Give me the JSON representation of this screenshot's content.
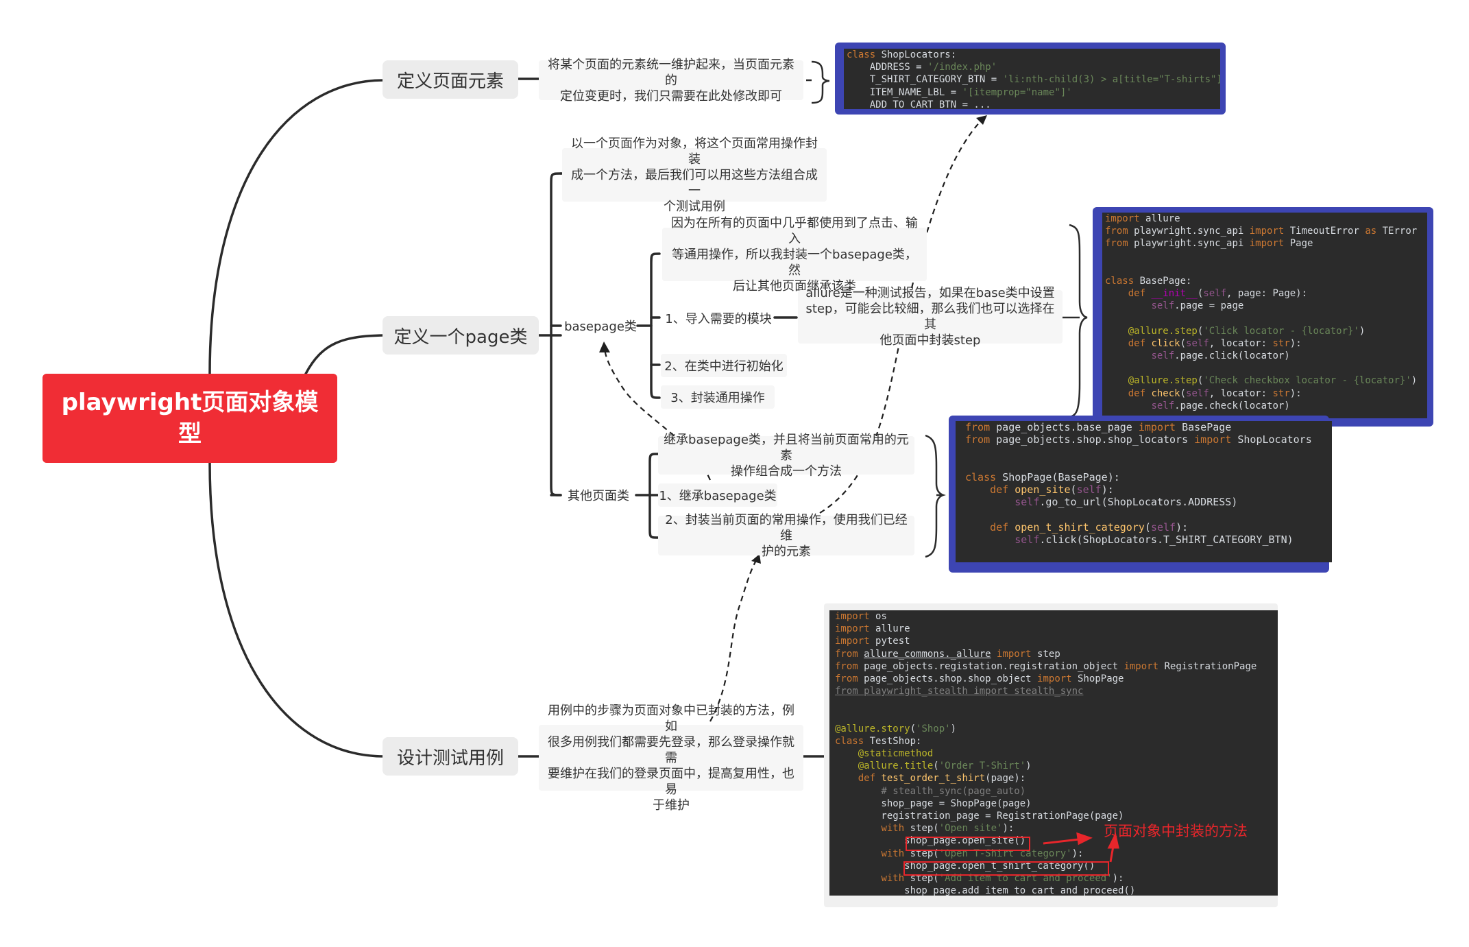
{
  "root": {
    "title": "playwright页面对象模型"
  },
  "branches": {
    "define_elements": {
      "label": "定义页面元素",
      "note": "将某个页面的元素统一维护起来，当页面元素的\n定位变更时，我们只需要在此处修改即可"
    },
    "define_page_class": {
      "label": "定义一个page类",
      "intro_note": "以一个页面作为对象，将这个页面常用操作封装\n成一个方法，最后我们可以用这些方法组合成一\n个测试用例",
      "basepage": {
        "label": "basepage类",
        "note": "因为在所有的页面中几乎都使用到了点击、输入\n等通用操作，所以我封装一个basepage类，然\n后让其他页面继承该类",
        "steps": [
          "1、导入需要的模块",
          "2、在类中进行初始化",
          "3、封装通用操作"
        ],
        "allure_note": "allure是一种测试报告，如果在base类中设置\nstep，可能会比较細，那么我们也可以选择在其\n他页面中封装step"
      },
      "other_pages": {
        "label": "其他页面类",
        "note": "继承basepage类，并且将当前页面常用的元素\n操作组合成一个方法",
        "steps": [
          "1、继承basepage类",
          "2、封装当前页面的常用操作，使用我们已经维\n护的元素"
        ]
      }
    },
    "design_tests": {
      "label": "设计测试用例",
      "note": "用例中的步骤为页面对象中已封装的方法，例如\n很多用例我们都需要先登录，那么登录操作就需\n要维护在我们的登录页面中，提高复用性，也易\n于维护"
    }
  },
  "code": {
    "locators": [
      [
        [
          "kw",
          "class "
        ],
        [
          "pl",
          "ShopLocators:"
        ]
      ],
      [
        [
          "pl",
          "    ADDRESS = "
        ],
        [
          "str",
          "'/index.php'"
        ]
      ],
      [
        [
          "pl",
          "    T_SHIRT_CATEGORY_BTN = "
        ],
        [
          "str",
          "'li:nth-child(3) > a[title=\"T-shirts\"]'"
        ]
      ],
      [
        [
          "pl",
          "    ITEM_NAME_LBL = "
        ],
        [
          "str",
          "'[itemprop=\"name\"]'"
        ]
      ],
      [
        [
          "pl",
          "    ADD_TO_CART_BTN = ..."
        ]
      ]
    ],
    "basepage": [
      [
        [
          "kw",
          "import "
        ],
        [
          "pl",
          "allure"
        ]
      ],
      [
        [
          "kw",
          "from "
        ],
        [
          "pl",
          "playwright.sync_api "
        ],
        [
          "kw",
          "import "
        ],
        [
          "pl",
          "TimeoutError "
        ],
        [
          "kw",
          "as "
        ],
        [
          "pl",
          "TError"
        ]
      ],
      [
        [
          "kw",
          "from "
        ],
        [
          "pl",
          "playwright.sync_api "
        ],
        [
          "kw",
          "import "
        ],
        [
          "pl",
          "Page"
        ]
      ],
      [],
      [],
      [
        [
          "kw",
          "class "
        ],
        [
          "pl",
          "BasePage:"
        ]
      ],
      [
        [
          "pl",
          "    "
        ],
        [
          "kw",
          "def "
        ],
        [
          "mag",
          "__init__"
        ],
        [
          "pl",
          "("
        ],
        [
          "self",
          "self"
        ],
        [
          "pl",
          ", page: Page):"
        ]
      ],
      [
        [
          "pl",
          "        "
        ],
        [
          "self",
          "self"
        ],
        [
          "pl",
          ".page = page"
        ]
      ],
      [],
      [
        [
          "pl",
          "    "
        ],
        [
          "dec",
          "@allure.step"
        ],
        [
          "pl",
          "("
        ],
        [
          "str",
          "'Click locator - {locator}'"
        ],
        [
          "pl",
          ")"
        ]
      ],
      [
        [
          "pl",
          "    "
        ],
        [
          "kw",
          "def "
        ],
        [
          "fn",
          "click"
        ],
        [
          "pl",
          "("
        ],
        [
          "self",
          "self"
        ],
        [
          "pl",
          ", locator: "
        ],
        [
          "kw",
          "str"
        ],
        [
          "pl",
          "):"
        ]
      ],
      [
        [
          "pl",
          "        "
        ],
        [
          "self",
          "self"
        ],
        [
          "pl",
          ".page.click(locator)"
        ]
      ],
      [],
      [
        [
          "pl",
          "    "
        ],
        [
          "dec",
          "@allure.step"
        ],
        [
          "pl",
          "("
        ],
        [
          "str",
          "'Check checkbox locator - {locator}'"
        ],
        [
          "pl",
          ")"
        ]
      ],
      [
        [
          "pl",
          "    "
        ],
        [
          "kw",
          "def "
        ],
        [
          "fn",
          "check"
        ],
        [
          "pl",
          "("
        ],
        [
          "self",
          "self"
        ],
        [
          "pl",
          ", locator: "
        ],
        [
          "kw",
          "str"
        ],
        [
          "pl",
          "):"
        ]
      ],
      [
        [
          "pl",
          "        "
        ],
        [
          "self",
          "self"
        ],
        [
          "pl",
          ".page.check(locator)"
        ]
      ]
    ],
    "shoppage": [
      [
        [
          "kw",
          "from "
        ],
        [
          "pl",
          "page_objects.base_page "
        ],
        [
          "kw",
          "import "
        ],
        [
          "pl",
          "BasePage"
        ]
      ],
      [
        [
          "kw",
          "from "
        ],
        [
          "pl",
          "page_objects.shop.shop_locators "
        ],
        [
          "kw",
          "import "
        ],
        [
          "pl",
          "ShopLocators"
        ]
      ],
      [],
      [],
      [
        [
          "kw",
          "class "
        ],
        [
          "pl",
          "ShopPage(BasePage):"
        ]
      ],
      [
        [
          "pl",
          "    "
        ],
        [
          "kw",
          "def "
        ],
        [
          "fn",
          "open_site"
        ],
        [
          "pl",
          "("
        ],
        [
          "self",
          "self"
        ],
        [
          "pl",
          "):"
        ]
      ],
      [
        [
          "pl",
          "        "
        ],
        [
          "self",
          "self"
        ],
        [
          "pl",
          ".go_to_url(ShopLocators.ADDRESS)"
        ]
      ],
      [],
      [
        [
          "pl",
          "    "
        ],
        [
          "kw",
          "def "
        ],
        [
          "fn",
          "open_t_shirt_category"
        ],
        [
          "pl",
          "("
        ],
        [
          "self",
          "self"
        ],
        [
          "pl",
          "):"
        ]
      ],
      [
        [
          "pl",
          "        "
        ],
        [
          "self",
          "self"
        ],
        [
          "pl",
          ".click(ShopLocators.T_SHIRT_CATEGORY_BTN)"
        ]
      ]
    ],
    "testcase": [
      [
        [
          "kw",
          "import "
        ],
        [
          "pl",
          "os"
        ]
      ],
      [
        [
          "kw",
          "import "
        ],
        [
          "pl",
          "allure"
        ]
      ],
      [
        [
          "kw",
          "import "
        ],
        [
          "pl",
          "pytest"
        ]
      ],
      [
        [
          "kw",
          "from "
        ],
        [
          "u",
          "allure_commons._allure"
        ],
        [
          "kw",
          " import "
        ],
        [
          "pl",
          "step"
        ]
      ],
      [
        [
          "kw",
          "from "
        ],
        [
          "pl",
          "page_objects.registation.registration_object "
        ],
        [
          "kw",
          "import "
        ],
        [
          "pl",
          "RegistrationPage"
        ]
      ],
      [
        [
          "kw",
          "from "
        ],
        [
          "pl",
          "page_objects.shop.shop_object "
        ],
        [
          "kw",
          "import "
        ],
        [
          "pl",
          "ShopPage"
        ]
      ],
      [
        [
          "cmu",
          "from playwright_stealth import stealth_sync"
        ]
      ],
      [],
      [],
      [
        [
          "dec",
          "@allure.story"
        ],
        [
          "pl",
          "("
        ],
        [
          "str",
          "'Shop'"
        ],
        [
          "pl",
          ")"
        ]
      ],
      [
        [
          "kw",
          "class "
        ],
        [
          "pl",
          "TestShop:"
        ]
      ],
      [
        [
          "pl",
          "    "
        ],
        [
          "dec",
          "@staticmethod"
        ]
      ],
      [
        [
          "pl",
          "    "
        ],
        [
          "dec",
          "@allure.title"
        ],
        [
          "pl",
          "("
        ],
        [
          "str",
          "'Order T-Shirt'"
        ],
        [
          "pl",
          ")"
        ]
      ],
      [
        [
          "pl",
          "    "
        ],
        [
          "kw",
          "def "
        ],
        [
          "fn",
          "test_order_t_shirt"
        ],
        [
          "pl",
          "(page):"
        ]
      ],
      [
        [
          "cm",
          "        # stealth_sync(page_auto)"
        ]
      ],
      [
        [
          "pl",
          "        shop_page = ShopPage(page)"
        ]
      ],
      [
        [
          "pl",
          "        registration_page = RegistrationPage(page)"
        ]
      ],
      [
        [
          "pl",
          "        "
        ],
        [
          "kw",
          "with "
        ],
        [
          "pl",
          "step("
        ],
        [
          "str",
          "'Open site'"
        ],
        [
          "pl",
          "):"
        ]
      ],
      [
        [
          "pl",
          "            shop_page.open_site()"
        ]
      ],
      [
        [
          "pl",
          "        "
        ],
        [
          "kw",
          "with "
        ],
        [
          "pl",
          "step("
        ],
        [
          "str",
          "'Open T-Shirt category'"
        ],
        [
          "pl",
          "):"
        ]
      ],
      [
        [
          "pl",
          "            shop_page.open_t_shirt_category()"
        ]
      ],
      [
        [
          "pl",
          "        "
        ],
        [
          "kw",
          "with "
        ],
        [
          "pl",
          "step("
        ],
        [
          "str",
          "'Add item to cart and proceed'"
        ],
        [
          "pl",
          "):"
        ]
      ],
      [
        [
          "pl",
          "            shop_page.add_item_to_cart_and_proceed()"
        ]
      ]
    ],
    "annotation": "页面对象中封装的方法"
  },
  "colors": {
    "root": "#f02d35",
    "code_frame": "#3d45b3",
    "code_bg": "#2b2b2b",
    "annotation": "#e8262b"
  }
}
